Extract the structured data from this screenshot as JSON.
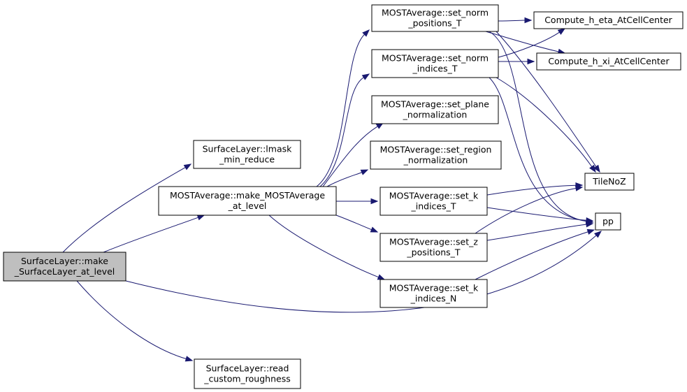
{
  "graph": {
    "colors": {
      "edge": "#191970",
      "node_fill": "#ffffff",
      "root_fill": "#bfbfbf",
      "node_border": "#000000"
    },
    "nodes": {
      "root": {
        "lines": [
          "SurfaceLayer::make",
          "_SurfaceLayer_at_level"
        ],
        "highlighted": true
      },
      "lmask": {
        "lines": [
          "SurfaceLayer::lmask",
          "_min_reduce"
        ]
      },
      "make_most": {
        "lines": [
          "MOSTAverage::make_MOSTAverage",
          "_at_level"
        ]
      },
      "read_rough": {
        "lines": [
          "SurfaceLayer::read",
          "_custom_roughness"
        ]
      },
      "set_norm_pos": {
        "lines": [
          "MOSTAverage::set_norm",
          "_positions_T"
        ]
      },
      "set_norm_ind": {
        "lines": [
          "MOSTAverage::set_norm",
          "_indices_T"
        ]
      },
      "set_plane": {
        "lines": [
          "MOSTAverage::set_plane",
          "_normalization"
        ]
      },
      "set_region": {
        "lines": [
          "MOSTAverage::set_region",
          "_normalization"
        ]
      },
      "set_k_T": {
        "lines": [
          "MOSTAverage::set_k",
          "_indices_T"
        ]
      },
      "set_z_T": {
        "lines": [
          "MOSTAverage::set_z",
          "_positions_T"
        ]
      },
      "set_k_N": {
        "lines": [
          "MOSTAverage::set_k",
          "_indices_N"
        ]
      },
      "h_eta": {
        "lines": [
          "Compute_h_eta_AtCellCenter"
        ]
      },
      "h_xi": {
        "lines": [
          "Compute_h_xi_AtCellCenter"
        ]
      },
      "tilenoz": {
        "lines": [
          "TileNoZ"
        ]
      },
      "pp": {
        "lines": [
          "pp"
        ]
      }
    },
    "edges": [
      [
        "root",
        "lmask"
      ],
      [
        "root",
        "make_most"
      ],
      [
        "root",
        "pp"
      ],
      [
        "root",
        "read_rough"
      ],
      [
        "make_most",
        "set_norm_pos"
      ],
      [
        "make_most",
        "set_norm_ind"
      ],
      [
        "make_most",
        "set_plane"
      ],
      [
        "make_most",
        "set_region"
      ],
      [
        "make_most",
        "set_k_T"
      ],
      [
        "make_most",
        "set_z_T"
      ],
      [
        "make_most",
        "set_k_N"
      ],
      [
        "set_norm_pos",
        "h_eta"
      ],
      [
        "set_norm_pos",
        "h_xi"
      ],
      [
        "set_norm_pos",
        "tilenoz"
      ],
      [
        "set_norm_pos",
        "pp"
      ],
      [
        "set_norm_ind",
        "h_eta"
      ],
      [
        "set_norm_ind",
        "h_xi"
      ],
      [
        "set_norm_ind",
        "tilenoz"
      ],
      [
        "set_norm_ind",
        "pp"
      ],
      [
        "set_k_T",
        "tilenoz"
      ],
      [
        "set_k_T",
        "pp"
      ],
      [
        "set_z_T",
        "tilenoz"
      ],
      [
        "set_z_T",
        "pp"
      ],
      [
        "set_k_N",
        "pp"
      ]
    ]
  }
}
